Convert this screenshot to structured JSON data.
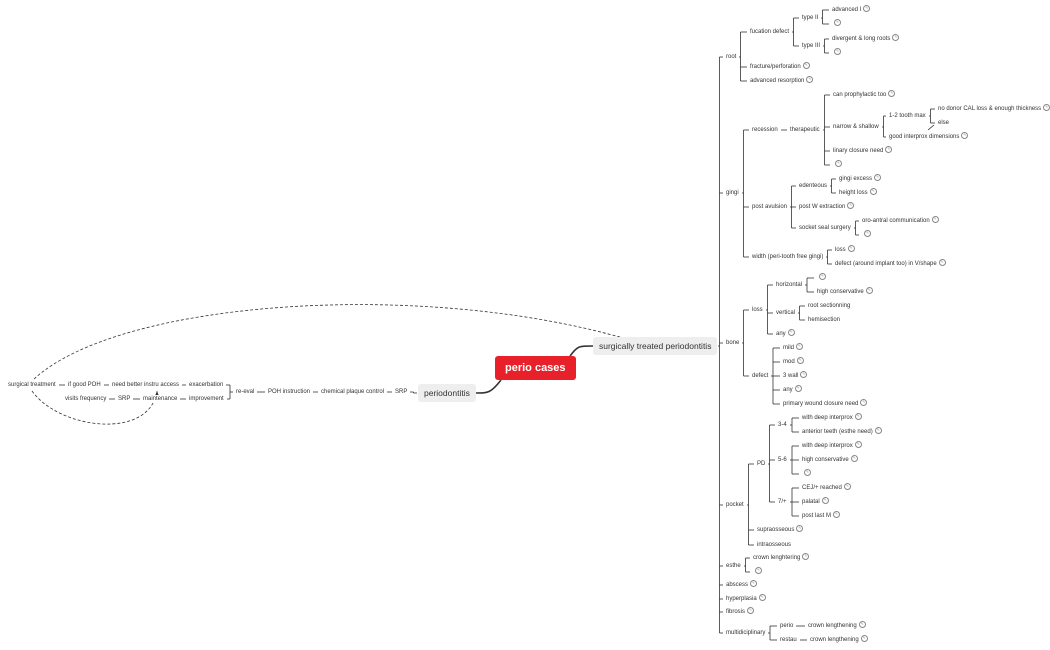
{
  "diagram": {
    "root": "perio cases",
    "branch_right": "surgically treated periodontitis",
    "branch_left": "periodontitis",
    "right": {
      "root": "root",
      "fucation_defect": "fucation defect",
      "type_ii": "type II",
      "advanced_i": "advanced I",
      "type_iii": "type III",
      "divergent_long_roots": "divergent & long roots",
      "fracture_perforation": "fracture/perforation",
      "advanced_resorption": "advanced resorption",
      "gingi": "gingi",
      "recession": "recession",
      "therapeutic": "therapeutic",
      "can_prophylactic_too": "can prophylactic too",
      "narrow_shallow": "narrow & shallow",
      "tooth_max": "1-2 tooth max",
      "no_donor": "no donor CAL loss & enough thickness",
      "else": "else",
      "good_interprox": "good interprox dimensions",
      "linary_closure": "linary closure need",
      "post_avulsion": "post avulsion",
      "edenteous": "edenteous",
      "gingi_excess": "gingi excess",
      "height_loss": "height loss",
      "post_w_extraction": "post W extraction",
      "socket_seal": "socket seal surgery",
      "oro_antral": "oro-antral communication",
      "width": "width (peri-tooth free gingi)",
      "width_loss": "loss",
      "defect_implant": "defect (around implant too) in V/shape",
      "bone": "bone",
      "loss": "loss",
      "horizontal": "horizontal",
      "high_conservative": "high conservative",
      "vertical": "vertical",
      "root_sectionning": "root sectionning",
      "hemisection": "hemisection",
      "any": "any",
      "defect": "defect",
      "mild": "mild",
      "mod": "mod",
      "three_wall": "3 wall",
      "primary_wound": "primary wound closure need",
      "pocket": "pocket",
      "pd": "PD",
      "pd_34": "3-4",
      "with_deep_interprox": "with deep interprox",
      "anterior_teeth": "anterior teeth (esthe need)",
      "pd_56": "5-6",
      "pd_7": "7/+",
      "cej_reached": "CEJ/+ reached",
      "palatal": "palatal",
      "post_last_m": "post last M",
      "supraosseous": "supraosseous",
      "intraosseous": "intraosseous",
      "esthe": "esthe",
      "crown_lenghtering": "crown lenghtering",
      "abscess": "abscess",
      "hyperplasia": "hyperplasia",
      "fibrosis": "fibrosis",
      "multidiciplinary": "multidiciplinary",
      "perio": "perio",
      "crown_lengthening": "crown lengthening",
      "restau": "restau"
    },
    "left": {
      "srp": "SRP",
      "chemical_plaque": "chemical plaque control",
      "poh_instruction": "POH instruction",
      "re_eval": "re-eval",
      "exacerbation": "exacerbation",
      "need_better": "need better instru access",
      "if_good_poh": "if good POH",
      "surgical_treatment": "surgical treatment",
      "improvement": "improvement",
      "maintenance": "maintenance",
      "srp2": "SRP",
      "visits_frequency": "visits frequency"
    }
  }
}
